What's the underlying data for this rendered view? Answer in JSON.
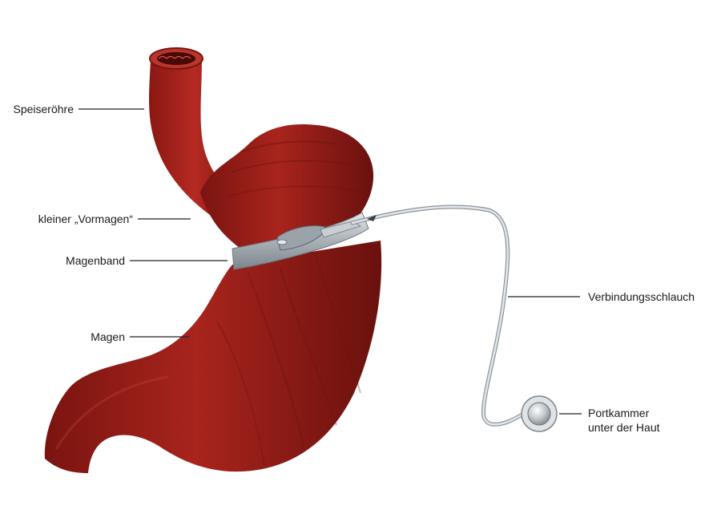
{
  "labels": {
    "speiseroehre": "Speiseröhre",
    "vormagen": "kleiner „Vormagen“",
    "magenband": "Magenband",
    "magen": "Magen",
    "verbindungsschlauch": "Verbindungsschlauch",
    "portkammer_line1": "Portkammer",
    "portkammer_line2": "unter der Haut"
  },
  "colors": {
    "stomach": "#9e1f1a",
    "stomach_dark": "#6e120e",
    "band": "#b7bfc5",
    "tube": "#c9ced2",
    "port": "#d4d8db",
    "text": "#1a1a1a"
  }
}
